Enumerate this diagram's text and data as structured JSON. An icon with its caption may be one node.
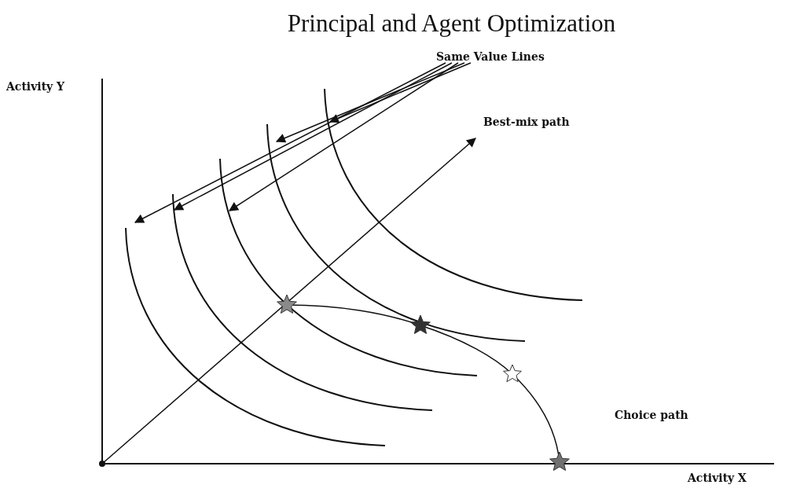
{
  "diagram": {
    "title": "Principal and Agent Optimization",
    "nodes": [
      {
        "text": [
          "Same Value Lines"
        ]
      },
      {
        "text": [],
        "shape": "curve"
      },
      {
        "text": [],
        "shape": "curve"
      },
      {
        "text": [],
        "shape": "curve"
      },
      {
        "text": [],
        "shape": "curve"
      },
      {
        "text": [],
        "shape": "curve"
      }
    ],
    "edges": [
      {
        "from": 0,
        "to": 1,
        "arrow": "to"
      },
      {
        "from": 0,
        "to": 2,
        "arrow": "to"
      },
      {
        "from": 0,
        "to": 3,
        "arrow": "to"
      },
      {
        "from": 0,
        "to": 4,
        "arrow": "to"
      },
      {
        "from": 0,
        "to": 5,
        "arrow": "to"
      }
    ],
    "labels": [
      "Activity Y",
      "Best-mix path",
      "Choice path",
      "Activity X"
    ]
  }
}
